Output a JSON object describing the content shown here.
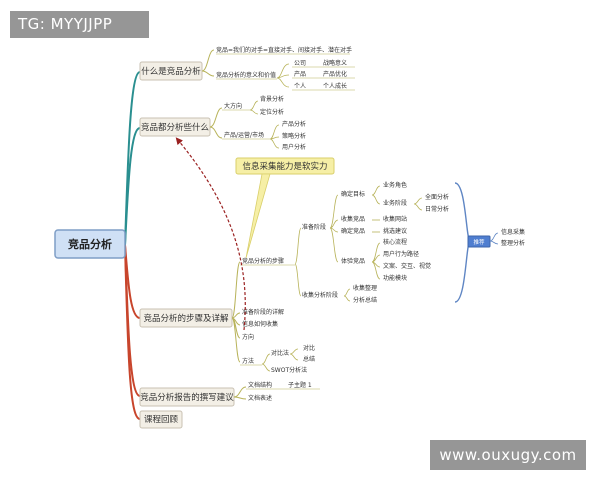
{
  "watermarks": {
    "top_left": "TG: MYYJJPP",
    "bottom_right": "www.ouxugy.com"
  },
  "root": "竞品分析",
  "branches": {
    "b1": "什么是竞品分析",
    "b2": "竞品都分析些什么",
    "b3": "竞品分析的步骤及详解",
    "b4": "竞品分析报告的撰写建议",
    "b5": "课程回顾"
  },
  "b1_items": {
    "def": "竞品=我们的对手=直接对手、间接对手、潜在对手",
    "meaning": "竞品分析的意义和价值",
    "company": "公司",
    "product": "产品",
    "person": "个人",
    "strategy": "战略意义",
    "optimize": "产品优化",
    "growth": "个人成长"
  },
  "b2_items": {
    "direction": "大方向",
    "background": "背景分析",
    "position": "定位分析",
    "prodop": "产品/运营/市场",
    "prod_an": "产品分析",
    "strat_an": "策略分析",
    "user_an": "用户分析"
  },
  "callout": "信息采集能力是软实力",
  "steps": {
    "title": "竞品分析的步骤",
    "prep": "准备阶段",
    "target": "确定目标",
    "biz_role": "业务角色",
    "biz_stage": "业务阶段",
    "all_an": "全面分析",
    "daily_an": "日常分析",
    "collect": "收集竞品",
    "collect_site": "收集网站",
    "confirm": "确定竞品",
    "pick": "挑选建议",
    "experience": "体验竞品",
    "core_flow": "核心流程",
    "behavior": "用户行为路径",
    "copy": "文案、交互、视觉",
    "func": "功能模块",
    "collect_an": "收集分析阶段",
    "collate": "收集整理",
    "summary": "分析总结",
    "hub": "推荐",
    "info_collect": "信息采集",
    "org_an": "整理分析"
  },
  "b3_items": {
    "prep_detail": "准备阶段的详解",
    "how_collect": "信息如何收集",
    "direction": "方向",
    "method": "方法",
    "compare": "对比法",
    "contrast": "对比",
    "sum": "总结",
    "swot": "SWOT分析法"
  },
  "b4_items": {
    "doc_struct": "文档结构",
    "sub_topic": "子主题 1",
    "doc_express": "文档表述"
  },
  "colors": {
    "root_fill": "#cfe0f5",
    "root_border": "#7f9ec6",
    "branch_fill": "#f3efe6",
    "teal": "#2a8f90",
    "red": "#c8452c",
    "olive": "#b8b35a",
    "blue": "#5f86c4",
    "callout_fill": "#f6efa6"
  }
}
